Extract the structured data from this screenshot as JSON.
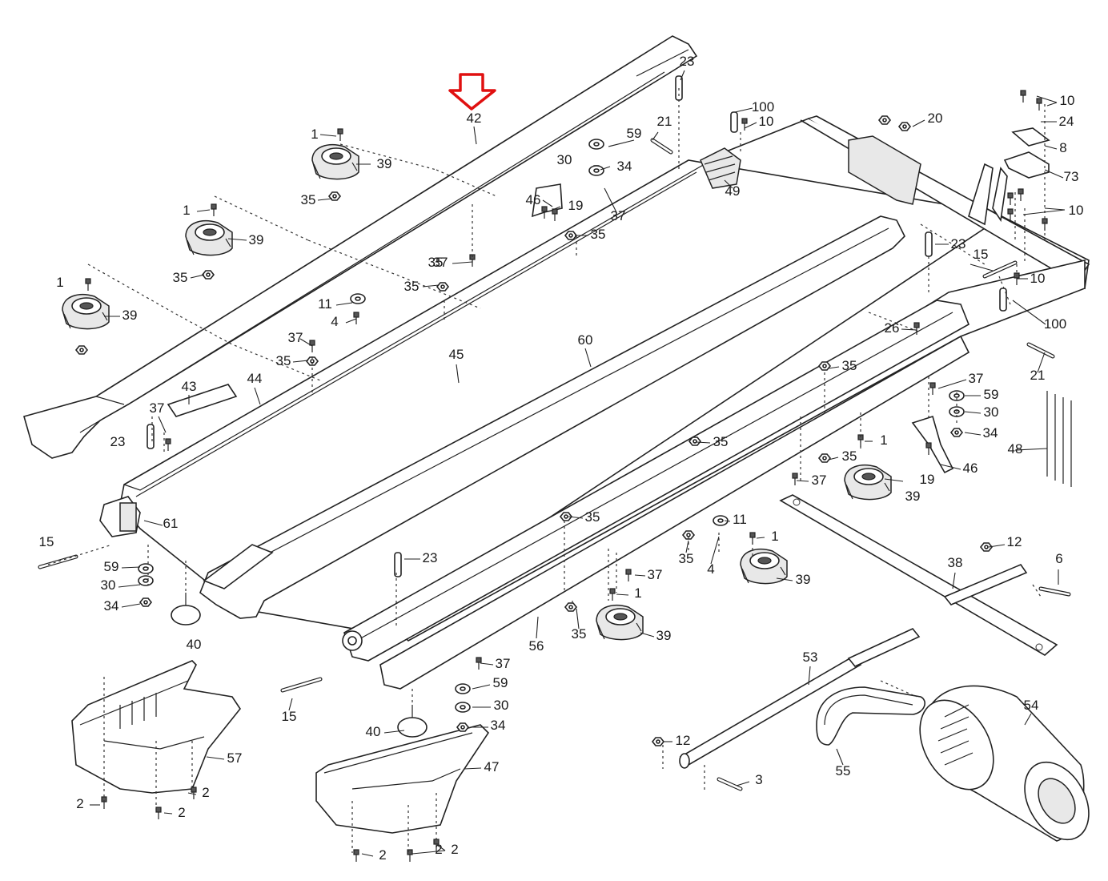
{
  "highlight": {
    "color": "#e01010",
    "target_label": "42"
  },
  "callouts": [
    "42",
    "23",
    "100",
    "10",
    "21",
    "59",
    "20",
    "10",
    "24",
    "1",
    "39",
    "30",
    "34",
    "8",
    "73",
    "35",
    "49",
    "46",
    "19",
    "37",
    "10",
    "1",
    "39",
    "35",
    "35",
    "37",
    "23",
    "15",
    "10",
    "1",
    "39",
    "35",
    "100",
    "11",
    "4",
    "26",
    "37",
    "60",
    "35",
    "45",
    "21",
    "35",
    "43",
    "44",
    "37",
    "59",
    "30",
    "37",
    "35",
    "23",
    "34",
    "35",
    "1",
    "35",
    "46",
    "48",
    "37",
    "19",
    "39",
    "15",
    "61",
    "35",
    "11",
    "1",
    "12",
    "35",
    "23",
    "4",
    "37",
    "39",
    "6",
    "38",
    "59",
    "1",
    "30",
    "34",
    "40",
    "39",
    "35",
    "56",
    "37",
    "53",
    "59",
    "15",
    "54",
    "30",
    "40",
    "34",
    "57",
    "47",
    "12",
    "55",
    "2",
    "2",
    "2",
    "3",
    "2",
    "2",
    "2"
  ]
}
